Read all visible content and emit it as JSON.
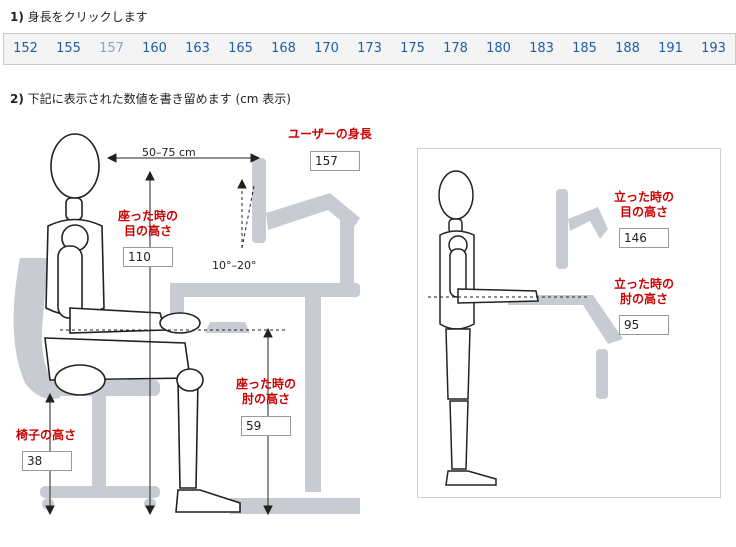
{
  "step1": {
    "num": "1)",
    "text": "身長をクリックします"
  },
  "step2": {
    "num": "2)",
    "text": "下記に表示された数値を書き留めます (cm 表示)"
  },
  "heights": {
    "options": [
      "152",
      "155",
      "157",
      "160",
      "163",
      "165",
      "168",
      "170",
      "173",
      "175",
      "178",
      "180",
      "183",
      "185",
      "188",
      "191",
      "193"
    ],
    "selected": "157"
  },
  "labels": {
    "user_height": "ユーザーの身長",
    "seated_eye_1": "座った時の",
    "seated_eye_2": "目の高さ",
    "seated_elbow_1": "座った時の",
    "seated_elbow_2": "肘の高さ",
    "chair_height": "椅子の高さ",
    "standing_eye_1": "立った時の",
    "standing_eye_2": "目の高さ",
    "standing_elbow_1": "立った時の",
    "standing_elbow_2": "肘の高さ",
    "distance": "50–75 cm",
    "tilt": "10°–20°"
  },
  "values": {
    "user_height": "157",
    "seated_eye": "110",
    "seated_elbow": "59",
    "chair_height": "38",
    "standing_eye": "146",
    "standing_elbow": "95"
  },
  "colors": {
    "accent_red": "#cc0000",
    "link_blue": "#1f5ea8",
    "furniture_gray": "#c8ccd2"
  }
}
